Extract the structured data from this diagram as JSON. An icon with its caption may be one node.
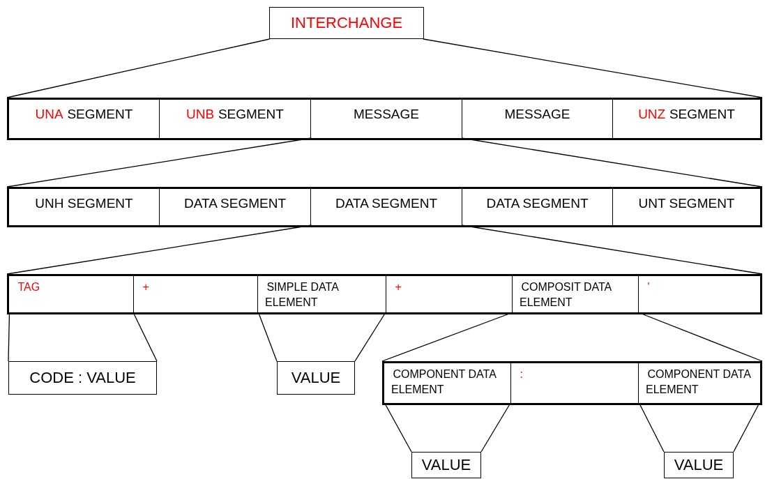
{
  "diagram": {
    "nodes": [
      {
        "text": [
          "INTERCHANGE"
        ]
      },
      {
        "text": [],
        "shape": "bar"
      },
      {
        "text": [
          "UNA",
          "SEGMENT"
        ],
        "in": 1
      },
      {
        "text": [
          "UNB",
          "SEGMENT"
        ],
        "in": 1
      },
      {
        "text": [
          "MESSAGE"
        ],
        "in": 1
      },
      {
        "text": [
          "MESSAGE"
        ],
        "in": 1
      },
      {
        "text": [
          "UNZ",
          "SEGMENT"
        ],
        "in": 1
      },
      {
        "text": [],
        "shape": "bar"
      },
      {
        "text": [
          "UNH SEGMENT"
        ],
        "in": 7
      },
      {
        "text": [
          "DATA SEGMENT"
        ],
        "in": 7
      },
      {
        "text": [
          "DATA SEGMENT"
        ],
        "in": 7
      },
      {
        "text": [
          "DATA SEGMENT"
        ],
        "in": 7
      },
      {
        "text": [
          "UNT SEGMENT"
        ],
        "in": 7
      },
      {
        "text": [],
        "shape": "bar"
      },
      {
        "text": [
          "TAG"
        ],
        "in": 13
      },
      {
        "text": [
          "+"
        ],
        "in": 13
      },
      {
        "text": [
          "SIMPLE DATA ELEMENT"
        ],
        "in": 13
      },
      {
        "text": [
          "+"
        ],
        "in": 13
      },
      {
        "text": [
          "COMPOSIT DATA ELEMENT"
        ],
        "in": 13
      },
      {
        "text": [
          "'"
        ],
        "in": 13
      },
      {
        "text": [
          "CODE : VALUE"
        ]
      },
      {
        "text": [
          "VALUE"
        ]
      },
      {
        "text": [],
        "shape": "bar"
      },
      {
        "text": [
          "COMPONENT DATA ELEMENT"
        ],
        "in": 22
      },
      {
        "text": [
          ":"
        ],
        "in": 22
      },
      {
        "text": [
          "COMPONENT DATA ELEMENT"
        ],
        "in": 22
      },
      {
        "text": [
          "VALUE"
        ]
      },
      {
        "text": [
          "VALUE"
        ]
      }
    ],
    "edges": [
      {
        "from": 0,
        "to": 1,
        "arrow": "none"
      },
      {
        "from": 0,
        "to": 1,
        "arrow": "none"
      },
      {
        "from": 4,
        "to": 7,
        "arrow": "none"
      },
      {
        "from": 4,
        "to": 7,
        "arrow": "none"
      },
      {
        "from": 10,
        "to": 13,
        "arrow": "none"
      },
      {
        "from": 10,
        "to": 13,
        "arrow": "none"
      },
      {
        "from": 14,
        "to": 20,
        "arrow": "none"
      },
      {
        "from": 14,
        "to": 20,
        "arrow": "none"
      },
      {
        "from": 16,
        "to": 21,
        "arrow": "none"
      },
      {
        "from": 16,
        "to": 21,
        "arrow": "none"
      },
      {
        "from": 18,
        "to": 22,
        "arrow": "none"
      },
      {
        "from": 18,
        "to": 22,
        "arrow": "none"
      },
      {
        "from": 23,
        "to": 26,
        "arrow": "none"
      },
      {
        "from": 23,
        "to": 26,
        "arrow": "none"
      },
      {
        "from": 25,
        "to": 27,
        "arrow": "none"
      },
      {
        "from": 25,
        "to": 27,
        "arrow": "none"
      }
    ]
  }
}
